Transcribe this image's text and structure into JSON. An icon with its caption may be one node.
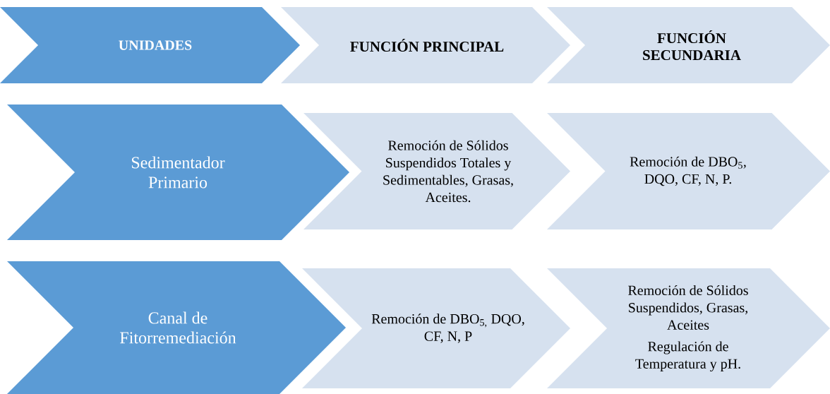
{
  "diagram": {
    "nodes": [
      {
        "text": [
          "UNIDADES"
        ]
      },
      {
        "text": [
          "FUNCIÓN PRINCIPAL"
        ]
      },
      {
        "text": [
          "FUNCIÓN SECUNDARIA"
        ]
      },
      {
        "text": [
          "Sedimentador Primario"
        ]
      },
      {
        "text": [
          "Remoción de Sólidos Suspendidos Totales y Sedimentables, Grasas, Aceites."
        ]
      },
      {
        "text": [
          "Remoción de DBO$_{5}$, DQO, CF, N, P."
        ]
      },
      {
        "text": [
          "Canal de Fitorremediación"
        ]
      },
      {
        "text": [
          "Remoción de DBO$_{5,}$ DQO, CF, N, P"
        ]
      },
      {
        "text": [
          "Remoción de Sólidos Suspendidos, Grasas, Aceites",
          "Regulación de Temperatura y pH."
        ]
      }
    ]
  }
}
